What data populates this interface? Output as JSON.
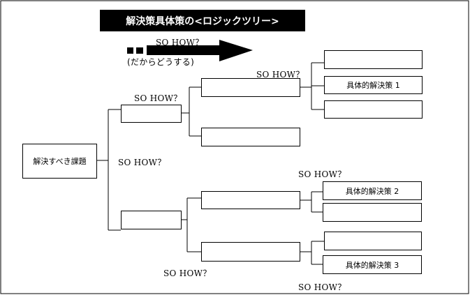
{
  "title": "解決策具体策の<ロジックツリー>",
  "arrow": {
    "label": "SO HOW？",
    "sublabel": "(だからどうする)"
  },
  "root": {
    "label": "解決すべき課題"
  },
  "so_how_label": "SO HOW？",
  "solutions": {
    "s1": "具体的解決策 1",
    "s2": "具体的解決策 2",
    "s3": "具体的解決策 3"
  }
}
